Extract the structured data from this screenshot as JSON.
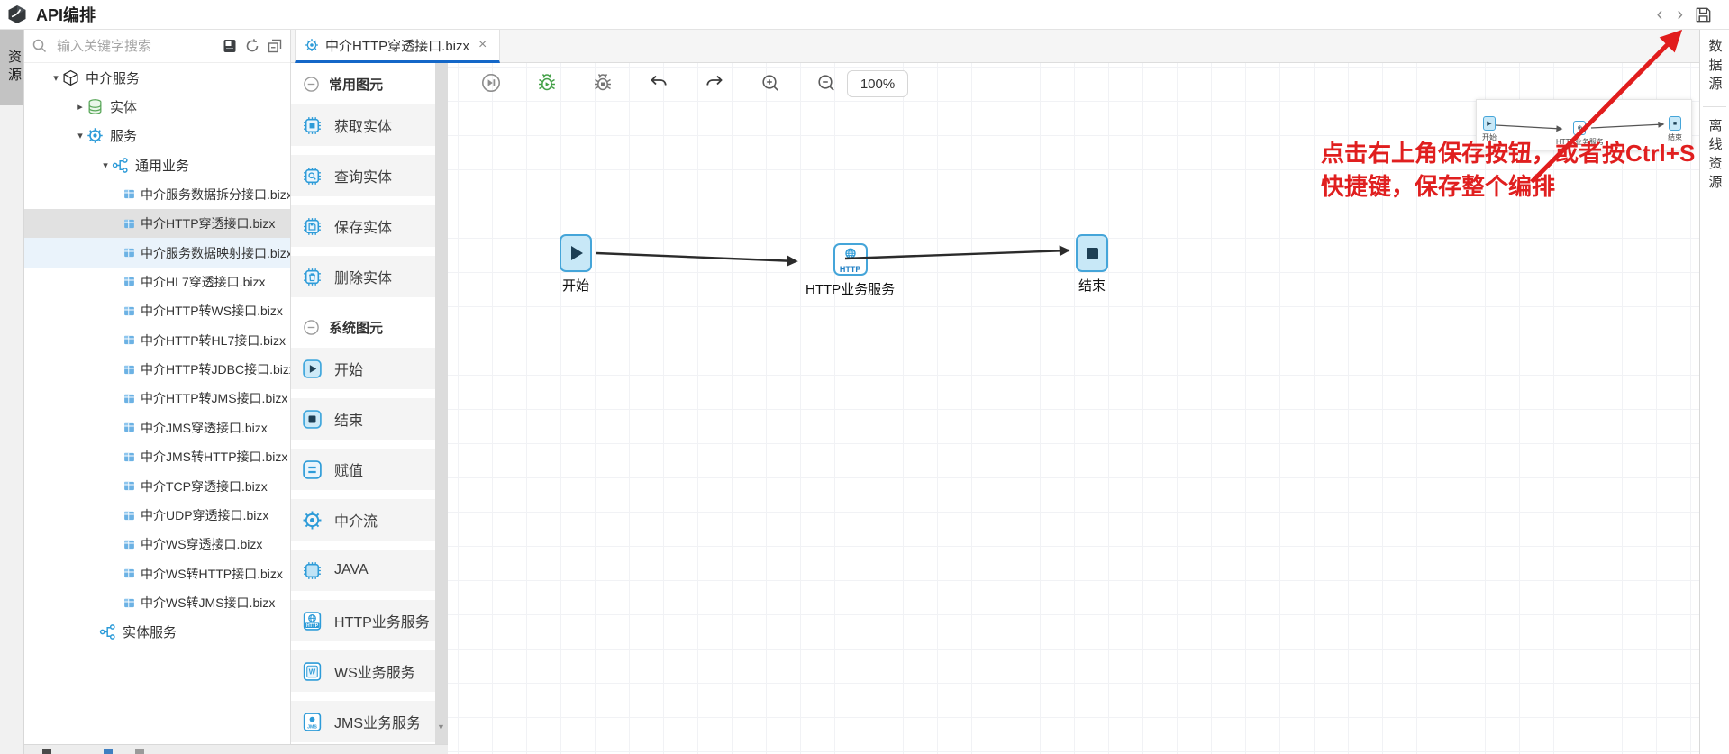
{
  "app": {
    "title": "API编排"
  },
  "left_rail": {
    "active_tab": "资源"
  },
  "explorer": {
    "search": {
      "placeholder": "输入关键字搜索"
    },
    "tree": [
      {
        "label": "中介服务",
        "icon": "cube",
        "depth": 0,
        "expanded": true
      },
      {
        "label": "实体",
        "icon": "database",
        "depth": 1,
        "expanded": false
      },
      {
        "label": "服务",
        "icon": "gear",
        "depth": 1,
        "expanded": true
      },
      {
        "label": "通用业务",
        "icon": "flow",
        "depth": 2,
        "expanded": true
      },
      {
        "label": "中介服务数据拆分接口.bizx",
        "icon": "bizx-file",
        "depth": 3
      },
      {
        "label": "中介HTTP穿透接口.bizx",
        "icon": "bizx-file",
        "depth": 3,
        "selected": true
      },
      {
        "label": "中介服务数据映射接口.bizx",
        "icon": "bizx-file",
        "depth": 3,
        "highlighted": true
      },
      {
        "label": "中介HL7穿透接口.bizx",
        "icon": "bizx-file",
        "depth": 3
      },
      {
        "label": "中介HTTP转WS接口.bizx",
        "icon": "bizx-file",
        "depth": 3
      },
      {
        "label": "中介HTTP转HL7接口.bizx",
        "icon": "bizx-file",
        "depth": 3
      },
      {
        "label": "中介HTTP转JDBC接口.bizx",
        "icon": "bizx-file",
        "depth": 3
      },
      {
        "label": "中介HTTP转JMS接口.bizx",
        "icon": "bizx-file",
        "depth": 3
      },
      {
        "label": "中介JMS穿透接口.bizx",
        "icon": "bizx-file",
        "depth": 3
      },
      {
        "label": "中介JMS转HTTP接口.bizx",
        "icon": "bizx-file",
        "depth": 3
      },
      {
        "label": "中介TCP穿透接口.bizx",
        "icon": "bizx-file",
        "depth": 3
      },
      {
        "label": "中介UDP穿透接口.bizx",
        "icon": "bizx-file",
        "depth": 3
      },
      {
        "label": "中介WS穿透接口.bizx",
        "icon": "bizx-file",
        "depth": 3
      },
      {
        "label": "中介WS转HTTP接口.bizx",
        "icon": "bizx-file",
        "depth": 3
      },
      {
        "label": "中介WS转JMS接口.bizx",
        "icon": "bizx-file",
        "depth": 3
      },
      {
        "label": "实体服务",
        "icon": "flow",
        "depth": 2,
        "expanded": null
      }
    ]
  },
  "workspace_tab": {
    "label": "中介HTTP穿透接口.bizx",
    "close": "×"
  },
  "palette": {
    "sections": [
      {
        "label": "常用图元",
        "items": [
          {
            "label": "获取实体",
            "icon": "entity-get"
          },
          {
            "label": "查询实体",
            "icon": "entity-query"
          },
          {
            "label": "保存实体",
            "icon": "entity-save"
          },
          {
            "label": "删除实体",
            "icon": "entity-delete"
          }
        ]
      },
      {
        "label": "系统图元",
        "items": [
          {
            "label": "开始",
            "icon": "start"
          },
          {
            "label": "结束",
            "icon": "end"
          },
          {
            "label": "赋值",
            "icon": "assign"
          },
          {
            "label": "中介流",
            "icon": "mediator-flow"
          },
          {
            "label": "JAVA",
            "icon": "java"
          },
          {
            "label": "HTTP业务服务",
            "icon": "http-service"
          },
          {
            "label": "WS业务服务",
            "icon": "ws-service"
          },
          {
            "label": "JMS业务服务",
            "icon": "jms-service"
          }
        ]
      }
    ]
  },
  "toolbar": {
    "zoom_level": "100%"
  },
  "flow": {
    "nodes": [
      {
        "label": "开始",
        "type": "start"
      },
      {
        "label": "HTTP业务服务",
        "type": "http-service",
        "badge": "HTTP"
      },
      {
        "label": "结束",
        "type": "end"
      }
    ]
  },
  "minimap": {
    "nodes": [
      {
        "label": "开始"
      },
      {
        "label": "HTTP业务服务"
      },
      {
        "label": "结束"
      }
    ]
  },
  "annotation": {
    "line1": "点击右上角保存按钮，或者按Ctrl+S",
    "line2": "快捷键，保存整个编排",
    "color": "#e01f1f"
  },
  "right_rail": {
    "tabs": [
      {
        "label": "数据源"
      },
      {
        "label": "离线资源"
      }
    ]
  }
}
